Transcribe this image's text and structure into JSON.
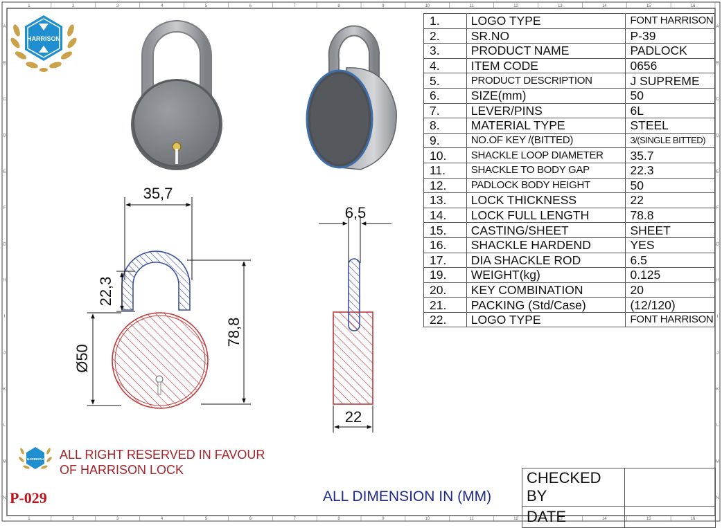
{
  "brand": {
    "logo_text": "HARRISON"
  },
  "drawing": {
    "dims": {
      "shackle_width": "35,7",
      "gap": "22,3",
      "full_length": "78,8",
      "diameter": "Ø50",
      "rod": "6,5",
      "thickness": "22"
    }
  },
  "spec_table": {
    "rows": [
      {
        "num": "1.",
        "label": "LOGO TYPE",
        "value": "FONT HARRISON"
      },
      {
        "num": "2.",
        "label": "SR.NO",
        "value": "P-39"
      },
      {
        "num": "3.",
        "label": "PRODUCT NAME",
        "value": "PADLOCK"
      },
      {
        "num": "4.",
        "label": "ITEM CODE",
        "value": "0656"
      },
      {
        "num": "5.",
        "label": "PRODUCT DESCRIPTION",
        "value": "J SUPREME"
      },
      {
        "num": "6.",
        "label": "SIZE(mm)",
        "value": "50"
      },
      {
        "num": "7.",
        "label": "LEVER/PINS",
        "value": "6L"
      },
      {
        "num": "8.",
        "label": "MATERIAL TYPE",
        "value": "STEEL"
      },
      {
        "num": "9.",
        "label": "NO.OF KEY /(BITTED)",
        "value": "3/(SINGLE BITTED)"
      },
      {
        "num": "10.",
        "label": "SHACKLE LOOP DIAMETER",
        "value": "35.7"
      },
      {
        "num": "11.",
        "label": "SHACKLE TO BODY GAP",
        "value": "22.3"
      },
      {
        "num": "12.",
        "label": "PADLOCK BODY  HEIGHT",
        "value": "50"
      },
      {
        "num": "13.",
        "label": "LOCK THICKNESS",
        "value": "22"
      },
      {
        "num": "14.",
        "label": "LOCK FULL LENGTH",
        "value": "78.8"
      },
      {
        "num": "15.",
        "label": "CASTING/SHEET",
        "value": "SHEET"
      },
      {
        "num": "16.",
        "label": "SHACKLE HARDEND",
        "value": "YES"
      },
      {
        "num": "17.",
        "label": "DIA SHACKLE ROD",
        "value": "6.5"
      },
      {
        "num": "19.",
        "label": "WEIGHT(kg)",
        "value": "0.125"
      },
      {
        "num": "20.",
        "label": "KEY COMBINATION",
        "value": "20"
      },
      {
        "num": "21.",
        "label": "PACKING (Std/Case)",
        "value": "(12/120)"
      },
      {
        "num": "22.",
        "label": "LOGO TYPE",
        "value": "FONT HARRISON"
      }
    ]
  },
  "footer": {
    "rights_line1": "ALL  RIGHT RESERVED IN FAVOUR",
    "rights_line2": "OF HARRISON LOCK",
    "dimension_note": "ALL DIMENSION IN (MM)",
    "code": "P-029",
    "checked_by": "CHECKED BY",
    "date": "DATE"
  },
  "ruler": {
    "top": [
      "1",
      "2",
      "3",
      "4",
      "5",
      "6",
      "7",
      "8",
      "9",
      "10",
      "11",
      "12",
      "13",
      "14",
      "15",
      "16"
    ],
    "side": [
      "A",
      "B",
      "C",
      "D",
      "E",
      "F",
      "G",
      "H",
      "I",
      "J",
      "K",
      "L",
      "M",
      "N"
    ]
  },
  "colors": {
    "hatch_red": "#c0393b",
    "hatch_blue": "#3b4fa0",
    "logo_blue": "#1f8fd0",
    "laurel_gold": "#c9a24a",
    "rights_red": "#a4242b",
    "note_blue": "#1e2a86"
  }
}
